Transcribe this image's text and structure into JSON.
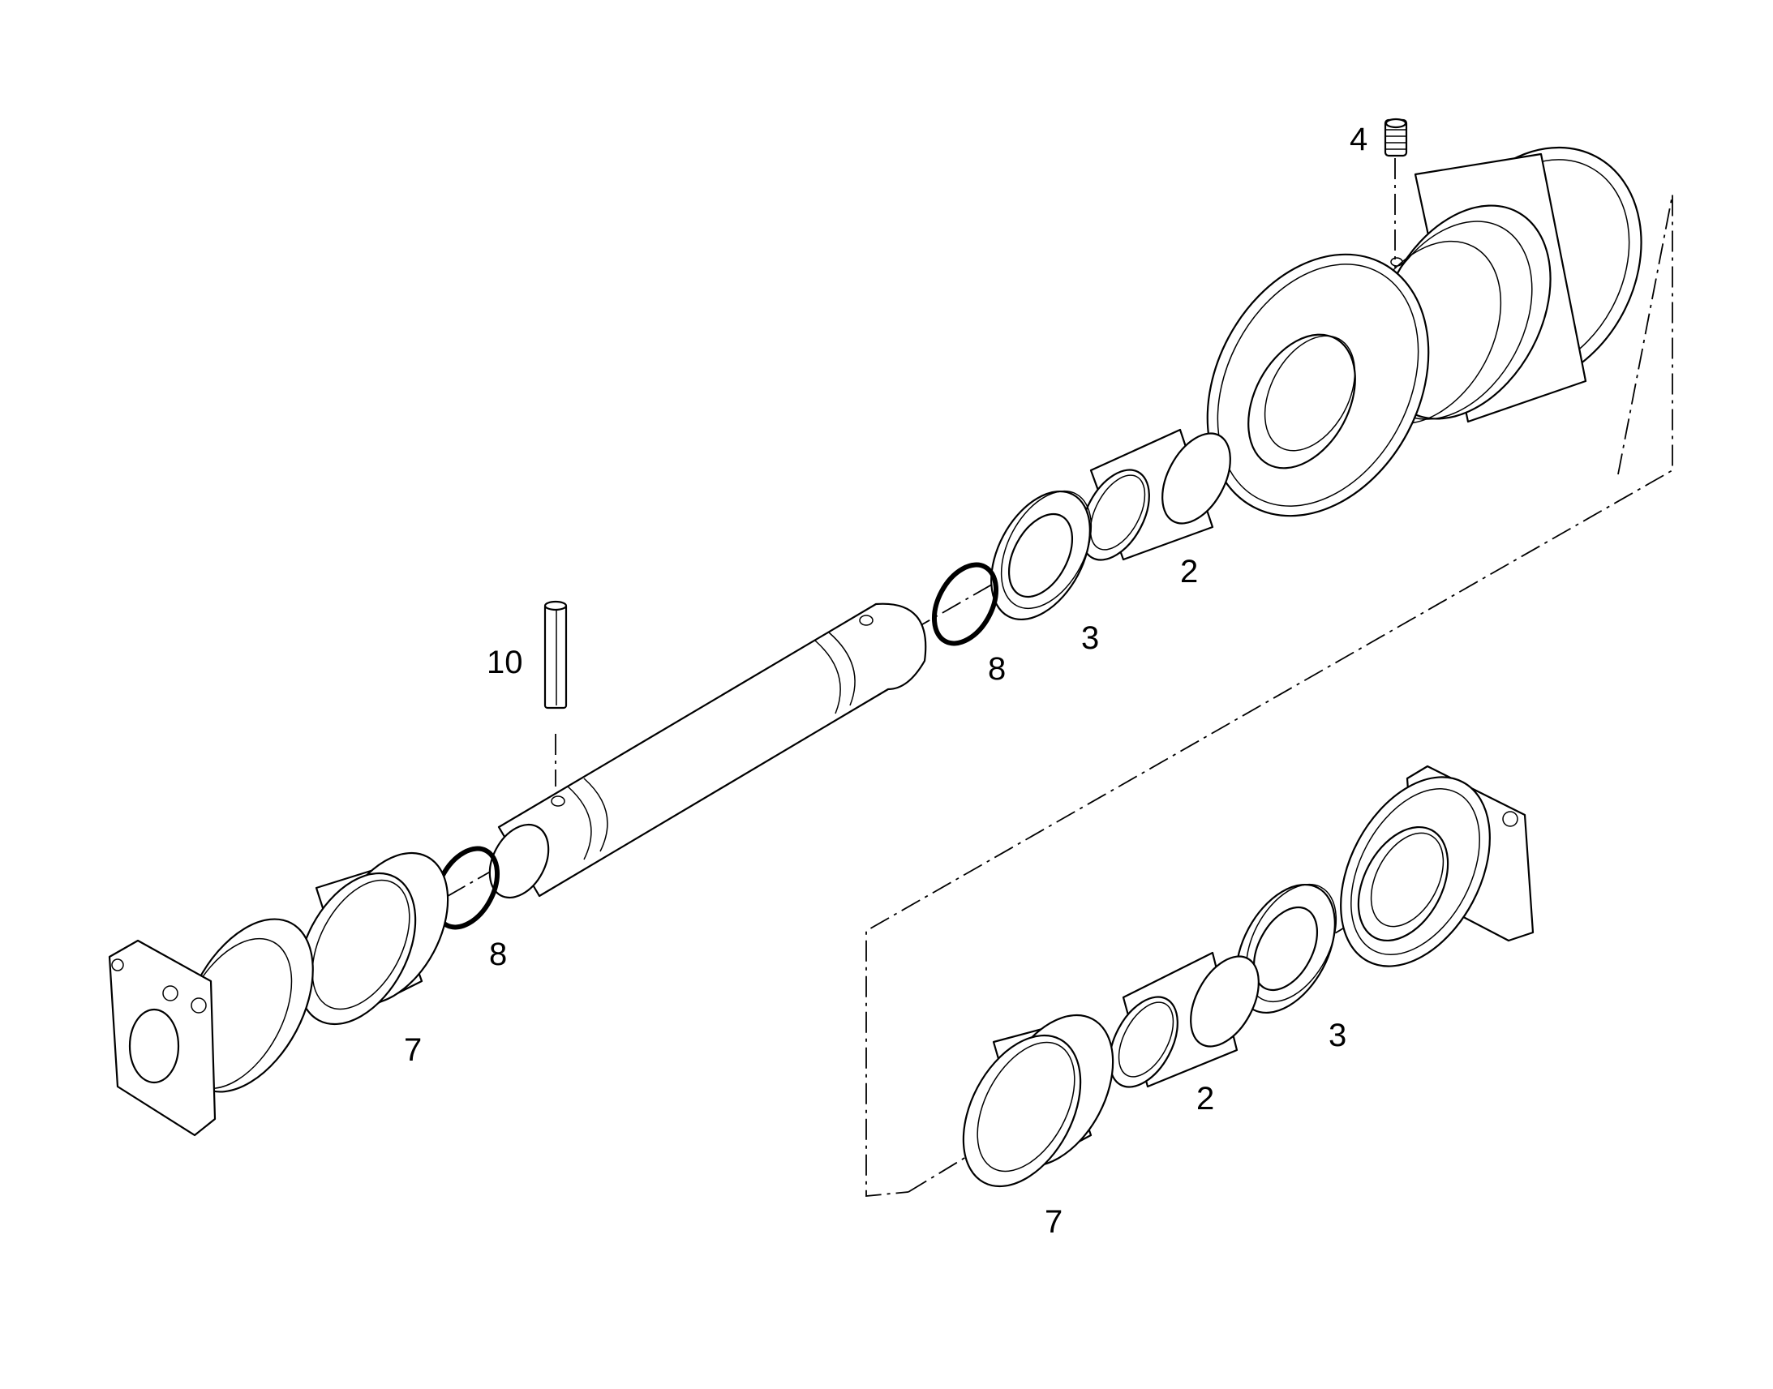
{
  "callouts": [
    {
      "id": "c4",
      "label": "4"
    },
    {
      "id": "c2a",
      "label": "2"
    },
    {
      "id": "c3a",
      "label": "3"
    },
    {
      "id": "c8a",
      "label": "8"
    },
    {
      "id": "c10",
      "label": "10"
    },
    {
      "id": "c8b",
      "label": "8"
    },
    {
      "id": "c7a",
      "label": "7"
    },
    {
      "id": "c3b",
      "label": "3"
    },
    {
      "id": "c2b",
      "label": "2"
    },
    {
      "id": "c7b",
      "label": "7"
    }
  ]
}
